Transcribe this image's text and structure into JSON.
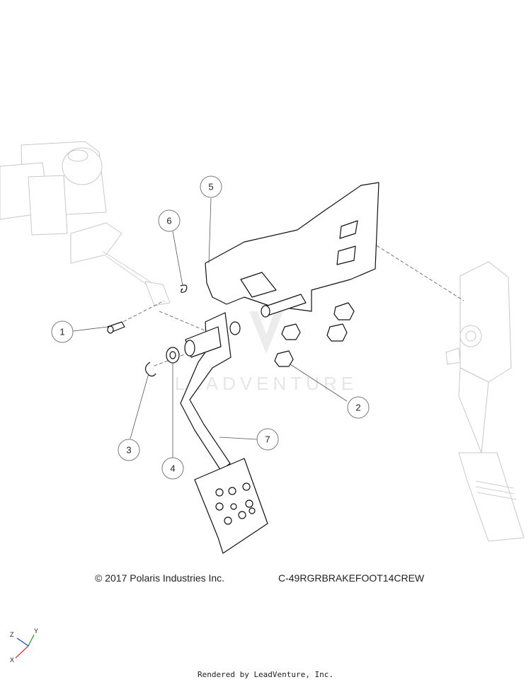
{
  "diagram": {
    "callouts": [
      {
        "id": "1",
        "label": "1"
      },
      {
        "id": "2",
        "label": "2"
      },
      {
        "id": "3",
        "label": "3"
      },
      {
        "id": "4",
        "label": "4"
      },
      {
        "id": "5",
        "label": "5"
      },
      {
        "id": "6",
        "label": "6"
      },
      {
        "id": "7",
        "label": "7"
      }
    ],
    "watermark": "LEADVENTURE",
    "axis": {
      "x": "X",
      "y": "Y",
      "z": "Z"
    }
  },
  "footer": {
    "copyright": "© 2017 Polaris Industries Inc.",
    "drawing_code": "C-49RGRBRAKEFOOT14CREW",
    "rendered_by": "Rendered by LeadVenture, Inc."
  }
}
